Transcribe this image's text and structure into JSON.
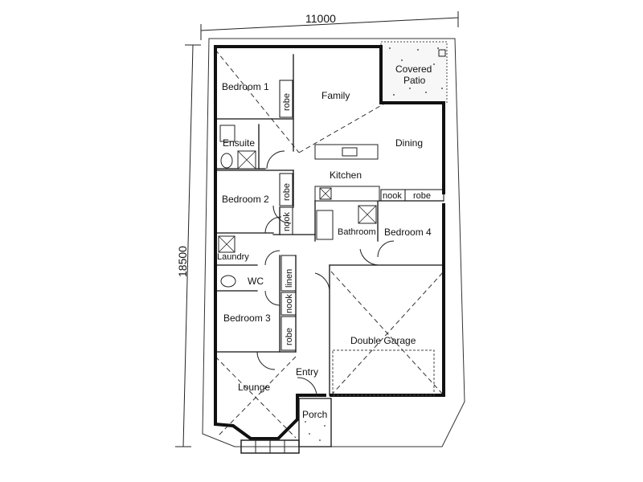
{
  "dimensions": {
    "width": "11000",
    "depth": "18500"
  },
  "rooms": {
    "bedroom1": "Bedroom 1",
    "family": "Family",
    "covered_patio_1": "Covered",
    "covered_patio_2": "Patio",
    "ensuite": "Ensuite",
    "dining": "Dining",
    "kitchen": "Kitchen",
    "bedroom2": "Bedroom 2",
    "bathroom": "Bathroom",
    "bedroom4": "Bedroom 4",
    "laundry": "Laundry",
    "wc": "WC",
    "bedroom3": "Bedroom 3",
    "double_garage": "Double Garage",
    "entry": "Entry",
    "lounge": "Lounge",
    "porch": "Porch"
  },
  "storage": {
    "robe_bed1": "robe",
    "robe_bed2": "robe",
    "robe_bed3": "robe",
    "robe_bed4": "robe",
    "nook_kitchen": "nook",
    "nook_bed2": "nook",
    "nook_bed3": "nook",
    "linen": "linen"
  }
}
